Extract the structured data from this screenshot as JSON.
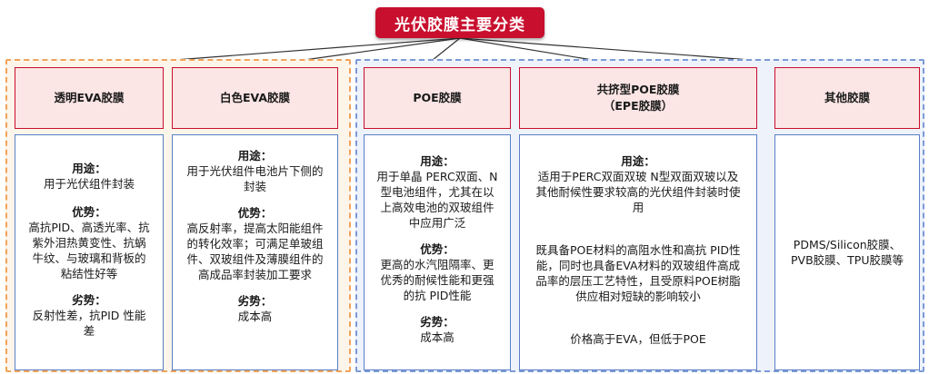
{
  "root": {
    "title": "光伏胶膜主要分类"
  },
  "columns": [
    {
      "header": [
        "透明EVA胶膜"
      ],
      "sections": [
        {
          "title": "用途：",
          "body": "用于光伏组件封装"
        },
        {
          "title": "优势：",
          "body": "高抗PID、高透光率、抗紫外泪热黄变性、抗蜗牛纹、与玻璃和背板的粘结性好等"
        },
        {
          "title": "劣势：",
          "body": "反射性差，抗PID 性能差"
        }
      ]
    },
    {
      "header": [
        "白色EVA胶膜"
      ],
      "sections": [
        {
          "title": "用途：",
          "body": "用于光伏组件电池片下侧的封装"
        },
        {
          "title": "优势：",
          "body": "高反射率，提高太阳能组件的转化效率；可满足单玻组件、双玻组件及薄膜组件的高成品率封装加工要求"
        },
        {
          "title": "劣势：",
          "body": "成本高"
        }
      ]
    },
    {
      "header": [
        "POE胶膜"
      ],
      "sections": [
        {
          "title": "用途：",
          "body": "用于单晶 PERC双面、N型电池组件，尤其在以上高效电池的双玻组件中应用广泛"
        },
        {
          "title": "优势：",
          "body": "更高的水汽阻隔率、更优秀的耐候性能和更强的抗 PID性能"
        },
        {
          "title": "劣势：",
          "body": "成本高"
        }
      ]
    },
    {
      "header": [
        "共挤型POE胶膜",
        "（EPE胶膜）"
      ],
      "sections": [
        {
          "title": "用途：",
          "body": "适用于PERC双面双玻 N型双面双玻以及其他耐候性要求较高的光伏组件封装时使用"
        },
        {
          "title": "",
          "body": "既具备POE材料的高阻水性和高抗 PID性能，同时也具备EVA材料的双玻组件高成品率的层压工艺特性，且受原料POE树脂供应相对短缺的影响较小"
        },
        {
          "title": "",
          "body": "价格高于EVA，但低于POE"
        }
      ]
    },
    {
      "header": [
        "其他胶膜"
      ],
      "sections": [
        {
          "title": "",
          "body": "PDMS/Silicon胶膜、PVB胶膜、TPU胶膜等"
        }
      ]
    }
  ]
}
